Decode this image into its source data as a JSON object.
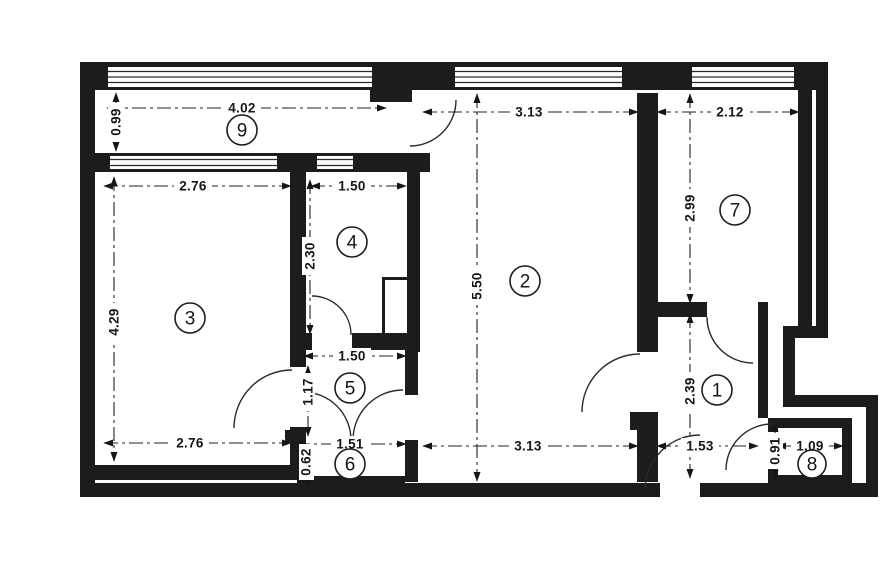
{
  "drawing": {
    "type": "Apartment floor plan",
    "unit": "m",
    "colors": {
      "ink": "#1c1c1c",
      "paper": "#ffffff"
    },
    "rooms": [
      {
        "number": "1"
      },
      {
        "number": "2"
      },
      {
        "number": "3"
      },
      {
        "number": "4"
      },
      {
        "number": "5"
      },
      {
        "number": "6"
      },
      {
        "number": "7"
      },
      {
        "number": "8"
      },
      {
        "number": "9"
      }
    ],
    "dims": {
      "balcony_width": "4.02",
      "balcony_depth": "0.99",
      "room3_width_top": "2.76",
      "room3_height": "4.29",
      "room3_width_bottom": "2.76",
      "room4_width_top": "1.50",
      "room4_height": "2.30",
      "room2_width_top": "3.13",
      "room2_height": "5.50",
      "room2_width_bottom": "3.13",
      "room7_width": "2.12",
      "room7_height": "2.99",
      "hall5_width": "1.50",
      "hall5_height": "1.17",
      "room6_width": "1.51",
      "room6_height": "0.62",
      "hall1_height": "2.39",
      "hall1_width": "1.53",
      "room8_width": "1.09",
      "room8_height": "0.91"
    }
  }
}
